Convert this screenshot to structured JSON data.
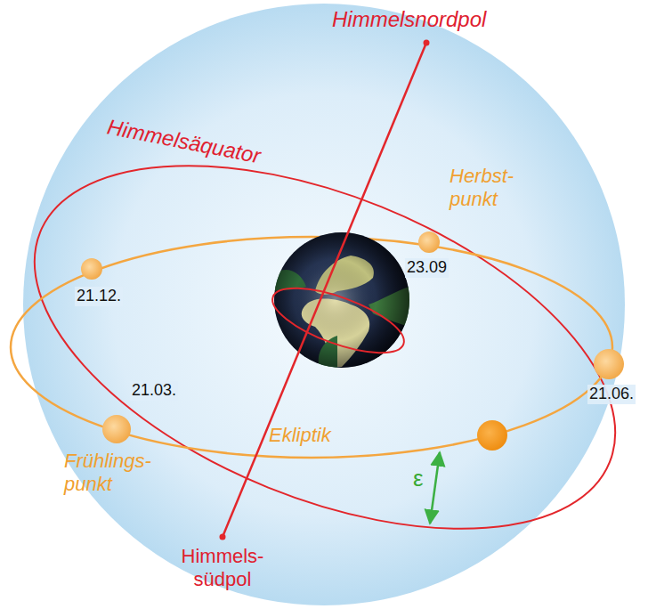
{
  "diagram": {
    "labels": [
      "Himmelsnordpol",
      "Himmelsäquator",
      "Herbst- punkt",
      "21.12.",
      "23.09",
      "21.06.",
      "21.03.",
      "Frühlings- punkt",
      "Ekliptik",
      "ε",
      "Himmels- südpol"
    ]
  }
}
